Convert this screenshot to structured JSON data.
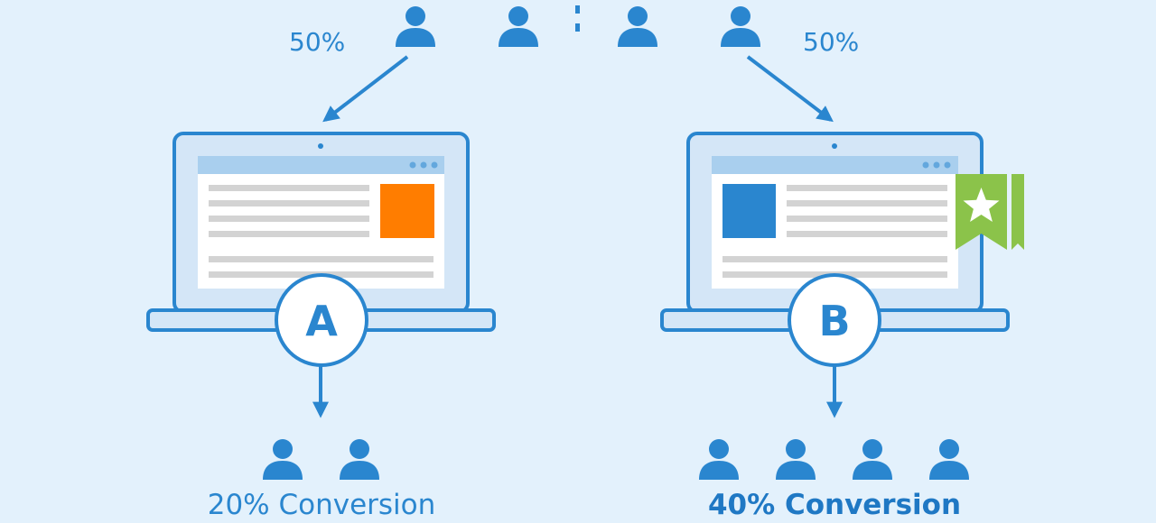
{
  "top_split": {
    "left_pct": "50%",
    "right_pct": "50%"
  },
  "variant_a": {
    "label": "A",
    "conversion": "20% Conversion"
  },
  "variant_b": {
    "label": "B",
    "conversion": "40% Conversion"
  },
  "colors": {
    "background": "#e3f1fc",
    "primary_blue": "#2a86cf",
    "screen_fill": "#d4e6f7",
    "screen_bar": "#a9cfee",
    "text_line": "#d3d3d3",
    "variant_a_block": "#ff7d00",
    "variant_b_block": "#2a86cf",
    "badge_green": "#8bc34a"
  },
  "icons": {
    "user": "user-icon",
    "badge": "star-ribbon-icon",
    "camera": "webcam-dot-icon"
  }
}
